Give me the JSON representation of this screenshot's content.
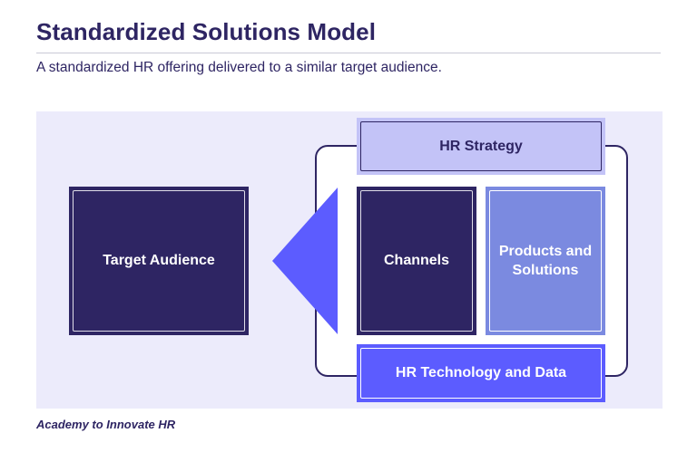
{
  "header": {
    "title": "Standardized Solutions Model",
    "subtitle": "A standardized HR offering delivered to a similar target audience."
  },
  "diagram": {
    "target_audience": "Target Audience",
    "hr_strategy": "HR Strategy",
    "channels": "Channels",
    "products_line1": "Products and",
    "products_line2": "Solutions",
    "hr_technology": "HR Technology and Data"
  },
  "footer": {
    "source": "Academy to Innovate HR"
  },
  "colors": {
    "navy": "#2e2563",
    "lavender_light": "#c3c3f7",
    "periwinkle": "#7b8ae0",
    "bright_blue": "#5c5cff",
    "panel_bg": "#ecebfb"
  }
}
